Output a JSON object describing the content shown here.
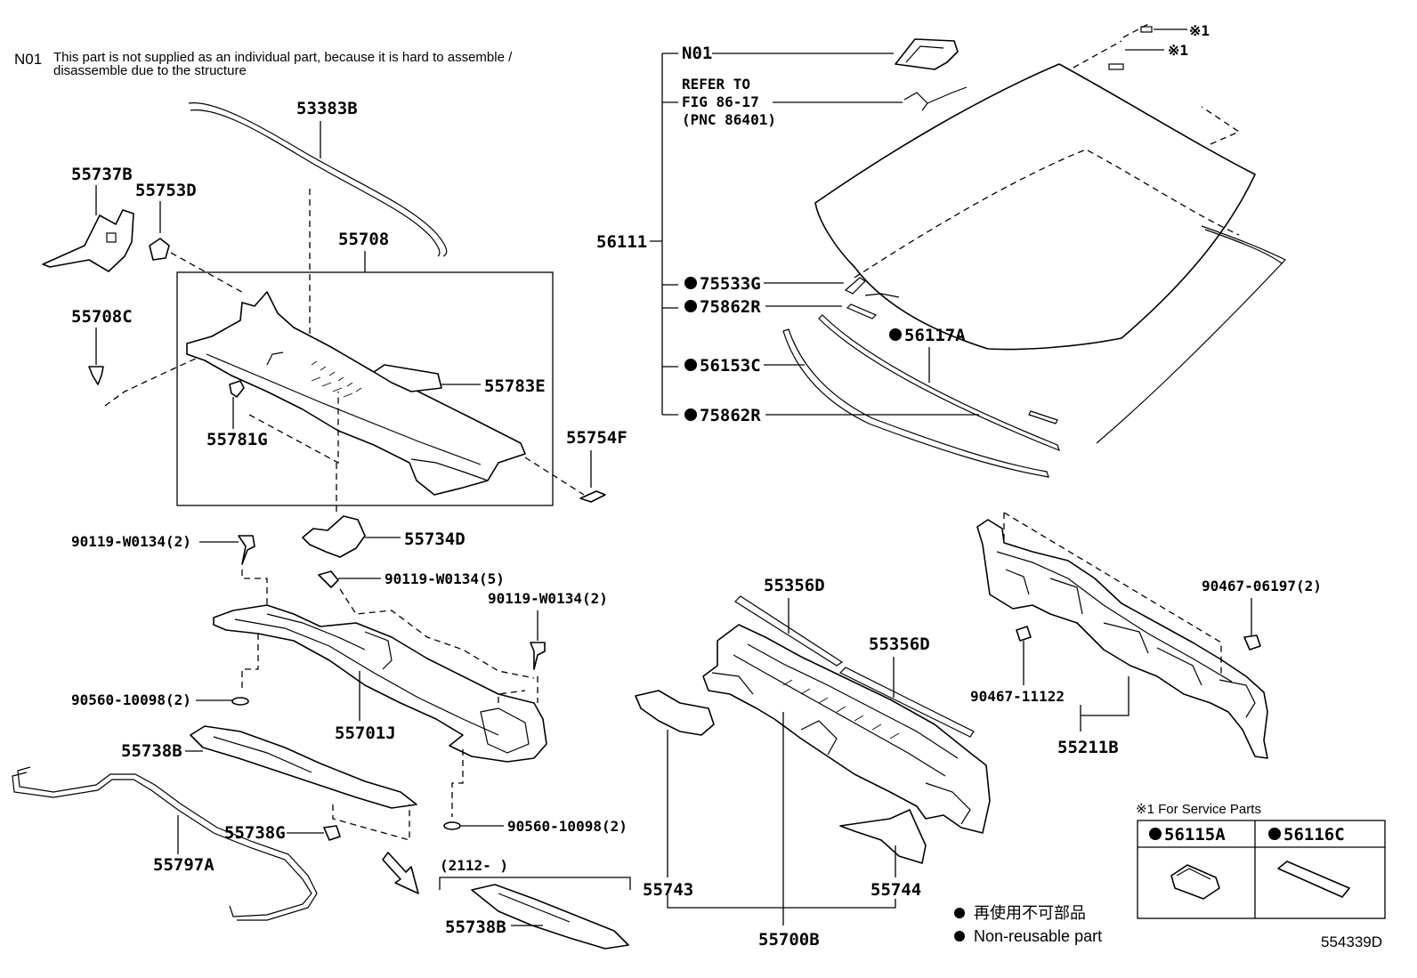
{
  "note": {
    "code": "N01",
    "text_line1": "This part is not supplied as an individual part, because it is hard to assemble /",
    "text_line2": "disassemble due to the structure"
  },
  "refer": {
    "line1": "REFER TO",
    "line2": "FIG 86-17",
    "line3": "(PNC 86401)"
  },
  "labels": {
    "p53383B": "53383B",
    "p55737B": "55737B",
    "p55753D": "55753D",
    "p55708": "55708",
    "p55708C": "55708C",
    "p55783E": "55783E",
    "p55781G": "55781G",
    "p55754F": "55754F",
    "p55734D": "55734D",
    "p90119_2a": "90119-W0134(2)",
    "p90119_5": "90119-W0134(5)",
    "p90119_2b": "90119-W0134(2)",
    "p90560_a": "90560-10098(2)",
    "p55701J": "55701J",
    "p55738B_a": "55738B",
    "p55738G": "55738G",
    "p90560_b": "90560-10098(2)",
    "p55797A": "55797A",
    "p2112": "(2112-     )",
    "p55738B_b": "55738B",
    "p55743": "55743",
    "p55744": "55744",
    "p55700B": "55700B",
    "p55356D_a": "55356D",
    "p55356D_b": "55356D",
    "pN01": "N01",
    "p56111": "56111",
    "p75533G": "75533G",
    "p75862R_a": "75862R",
    "p56153C": "56153C",
    "p75862R_b": "75862R",
    "p56117A": "56117A",
    "pRef1a": "※1",
    "pRef1b": "※1",
    "p90467_06197": "90467-06197(2)",
    "p90467_11122": "90467-11122",
    "p55211B": "55211B"
  },
  "service_box": {
    "title": "※1 For Service Parts",
    "col1": "56115A",
    "col2": "56116C"
  },
  "legend": {
    "jp": "再使用不可部品",
    "en": "Non-reusable part"
  },
  "figure_id": "554339D"
}
